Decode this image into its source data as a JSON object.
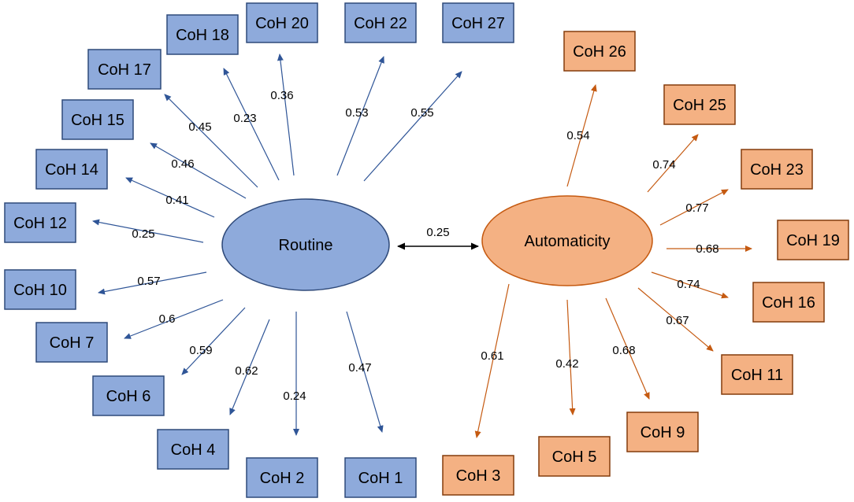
{
  "colors": {
    "routine_fill": "#8eaadb",
    "routine_stroke": "#2f4a7a",
    "routine_arrow": "#2f5597",
    "automaticity_fill": "#f4b183",
    "automaticity_stroke": "#c55a11",
    "automaticity_arrow": "#c55a11",
    "correlation_arrow": "#000000"
  },
  "latents": {
    "routine": "Routine",
    "automaticity": "Automaticity"
  },
  "correlation": "0.25",
  "routine_items": [
    {
      "label": "CoH 1",
      "loading": "0.47"
    },
    {
      "label": "CoH 2",
      "loading": "0.24"
    },
    {
      "label": "CoH 4",
      "loading": "0.62"
    },
    {
      "label": "CoH 6",
      "loading": "0.59"
    },
    {
      "label": "CoH 7",
      "loading": "0.6"
    },
    {
      "label": "CoH 10",
      "loading": "0.57"
    },
    {
      "label": "CoH 12",
      "loading": "0.25"
    },
    {
      "label": "CoH 14",
      "loading": "0.41"
    },
    {
      "label": "CoH 15",
      "loading": "0.46"
    },
    {
      "label": "CoH 17",
      "loading": "0.45"
    },
    {
      "label": "CoH 18",
      "loading": "0.23"
    },
    {
      "label": "CoH 20",
      "loading": "0.36"
    },
    {
      "label": "CoH 22",
      "loading": "0.53"
    },
    {
      "label": "CoH 27",
      "loading": "0.55"
    }
  ],
  "automaticity_items": [
    {
      "label": "CoH 26",
      "loading": "0.54"
    },
    {
      "label": "CoH 25",
      "loading": "0.74"
    },
    {
      "label": "CoH 23",
      "loading": "0.77"
    },
    {
      "label": "CoH 19",
      "loading": "0.68"
    },
    {
      "label": "CoH 16",
      "loading": "0.74"
    },
    {
      "label": "CoH 11",
      "loading": "0.67"
    },
    {
      "label": "CoH 9",
      "loading": "0.68"
    },
    {
      "label": "CoH 5",
      "loading": "0.42"
    },
    {
      "label": "CoH 3",
      "loading": "0.61"
    }
  ]
}
